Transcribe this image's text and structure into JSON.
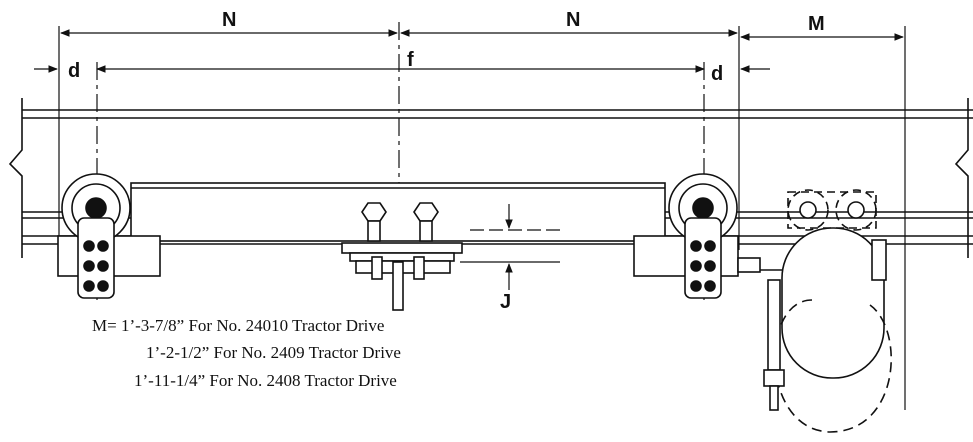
{
  "dimensions": {
    "n_left": "N",
    "n_right": "N",
    "m": "M",
    "d_left": "d",
    "d_right": "d",
    "f": "f",
    "j": "J"
  },
  "notes": {
    "line1": "M= 1’-3-7/8” For No. 24010 Tractor Drive",
    "line2": "1’-2-1/2” For No. 2409 Tractor Drive",
    "line3": "1’-11-1/4” For No. 2408 Tractor Drive"
  },
  "colors": {
    "ink": "#111111",
    "paper": "#ffffff"
  }
}
